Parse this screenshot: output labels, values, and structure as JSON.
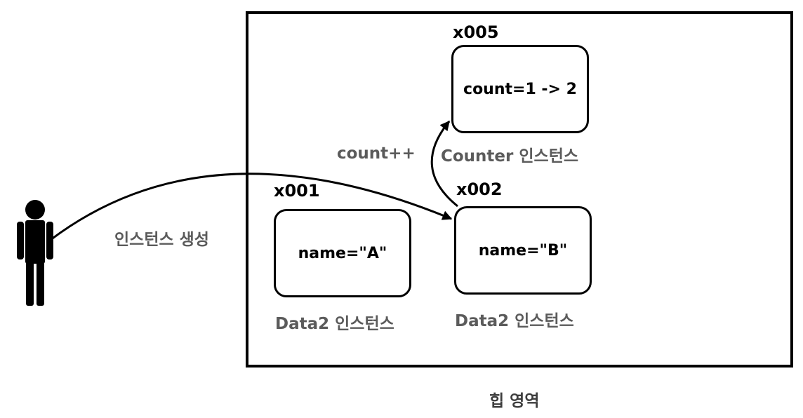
{
  "heap": {
    "label": "힙 영역"
  },
  "objects": [
    {
      "id": "x001",
      "address": "x001",
      "content": "name=\"A\"",
      "caption": "Data2 인스턴스"
    },
    {
      "id": "x002",
      "address": "x002",
      "content": "name=\"B\"",
      "caption": "Data2 인스턴스"
    },
    {
      "id": "x005",
      "address": "x005",
      "content": "count=1 -> 2",
      "caption": "Counter 인스턴스"
    }
  ],
  "actor": {
    "icon": "person-icon",
    "action_label": "인스턴스 생성"
  },
  "increment_label": "count++",
  "colors": {
    "stroke": "#000000",
    "caption": "#5b5b5b"
  }
}
